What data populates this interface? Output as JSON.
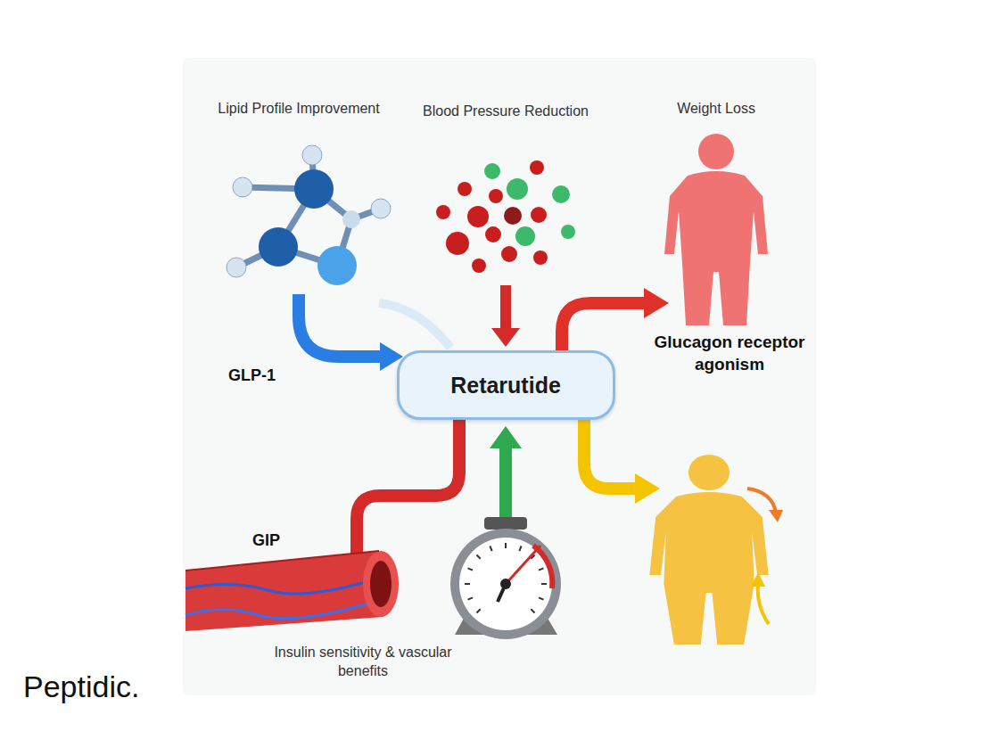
{
  "diagram": {
    "nodes": [
      {
        "text": [
          "Retarutide"
        ]
      }
    ],
    "labels": [
      "Lipid Profile Improvement",
      "Blood Pressure Reduction",
      "Weight Loss",
      "GLP-1",
      "Glucagon receptor agonism",
      "GIP",
      "Insulin sensitivity & vascular benefits",
      "Peptidic."
    ]
  }
}
